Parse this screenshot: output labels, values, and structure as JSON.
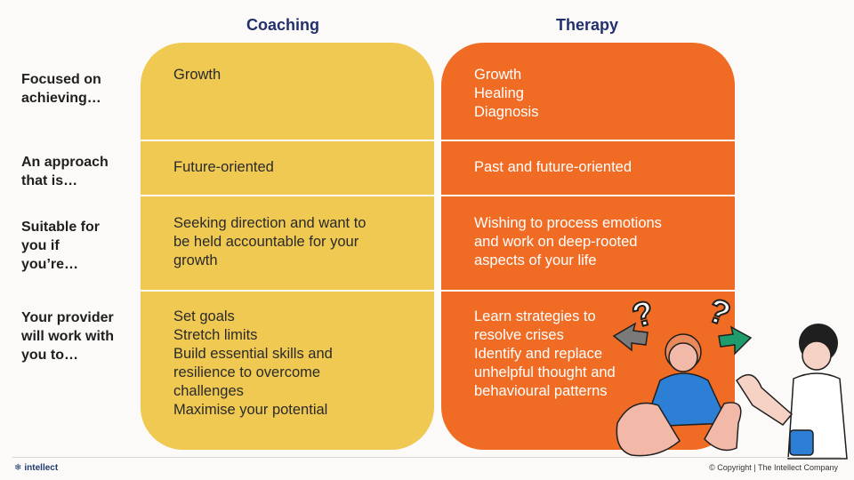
{
  "columns": {
    "coaching": "Coaching",
    "therapy": "Therapy"
  },
  "rows": [
    {
      "label": "Focused on achieving…",
      "coaching": [
        "Growth"
      ],
      "therapy": [
        "Growth",
        "Healing",
        "Diagnosis"
      ]
    },
    {
      "label": "An approach that is…",
      "coaching": [
        "Future-oriented"
      ],
      "therapy": [
        "Past and future-oriented"
      ]
    },
    {
      "label": "Suitable for you if you’re…",
      "coaching": [
        "Seeking direction and want to",
        "be held accountable for your",
        "growth"
      ],
      "therapy": [
        "Wishing to process emotions",
        "and work on deep-rooted",
        "aspects of your life"
      ]
    },
    {
      "label": "Your provider will work with you to…",
      "coaching": [
        "Set goals",
        "Stretch limits",
        "Build essential skills and",
        "resilience to overcome",
        "challenges",
        "Maximise your potential"
      ],
      "therapy": [
        "Learn strategies to",
        "resolve crises",
        "Identify and replace",
        "unhelpful thought and",
        "behavioural patterns"
      ]
    }
  ],
  "label_lines": [
    [
      "Focused on",
      "achieving…"
    ],
    [
      "An approach",
      "that is…"
    ],
    [
      "Suitable for",
      "you if",
      "you’re…"
    ],
    [
      "Your provider",
      "will work with",
      "you to…"
    ]
  ],
  "footer": {
    "logo": "intellect",
    "copyright": "© Copyright  |  The Intellect Company"
  },
  "colors": {
    "coaching": "#f0c952",
    "therapy": "#f06c25",
    "heading": "#22316b"
  }
}
